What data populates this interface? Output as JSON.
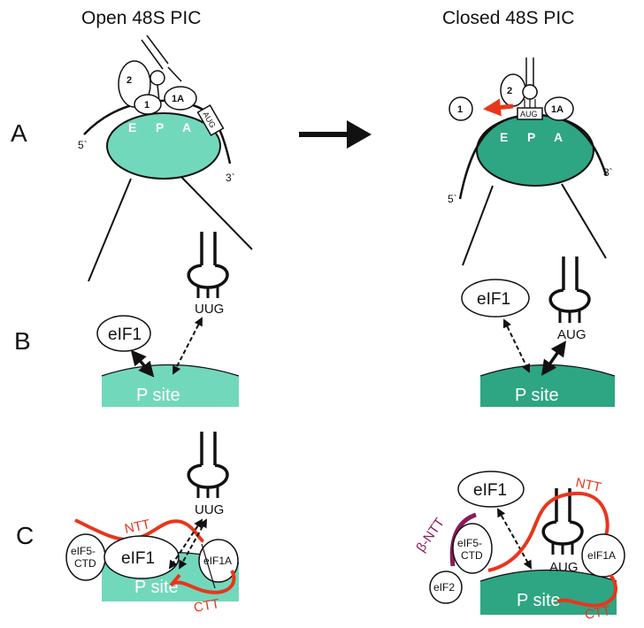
{
  "titles": {
    "left": "Open 48S PIC",
    "right": "Closed 48S PIC"
  },
  "row_labels": {
    "a": "A",
    "b": "B",
    "c": "C"
  },
  "panel_a": {
    "left": {
      "ends": [
        "5`",
        "3`"
      ],
      "sites": [
        "E",
        "P",
        "A"
      ],
      "factors": [
        "2",
        "1",
        "1A"
      ],
      "codon": "AUG"
    },
    "right": {
      "ends": [
        "5`",
        "3`"
      ],
      "sites": [
        "E",
        "P",
        "A"
      ],
      "factors": [
        "1",
        "2",
        "1A"
      ],
      "codon": "AUG"
    }
  },
  "panel_b": {
    "left": {
      "factor": "eIF1",
      "codon": "UUG",
      "site": "P site"
    },
    "right": {
      "factor": "eIF1",
      "codon": "AUG",
      "site": "P site"
    }
  },
  "panel_c": {
    "left": {
      "codon": "UUG",
      "factors": [
        "eIF5-",
        "CTD",
        "eIF1",
        "eIF1A"
      ],
      "tails": [
        "NTT",
        "CTT"
      ],
      "site": "P site"
    },
    "right": {
      "codon": "AUG",
      "factors": [
        "eIF1",
        "eIF5-",
        "CTD",
        "eIF2",
        "eIF1A"
      ],
      "tails": [
        "NTT",
        "CTT",
        "β-NTT"
      ],
      "site": "P site"
    }
  },
  "colors": {
    "light_teal": "#72d8bc",
    "dark_teal": "#2ea583",
    "red": "#e8361c",
    "purple": "#8b1a5b"
  }
}
